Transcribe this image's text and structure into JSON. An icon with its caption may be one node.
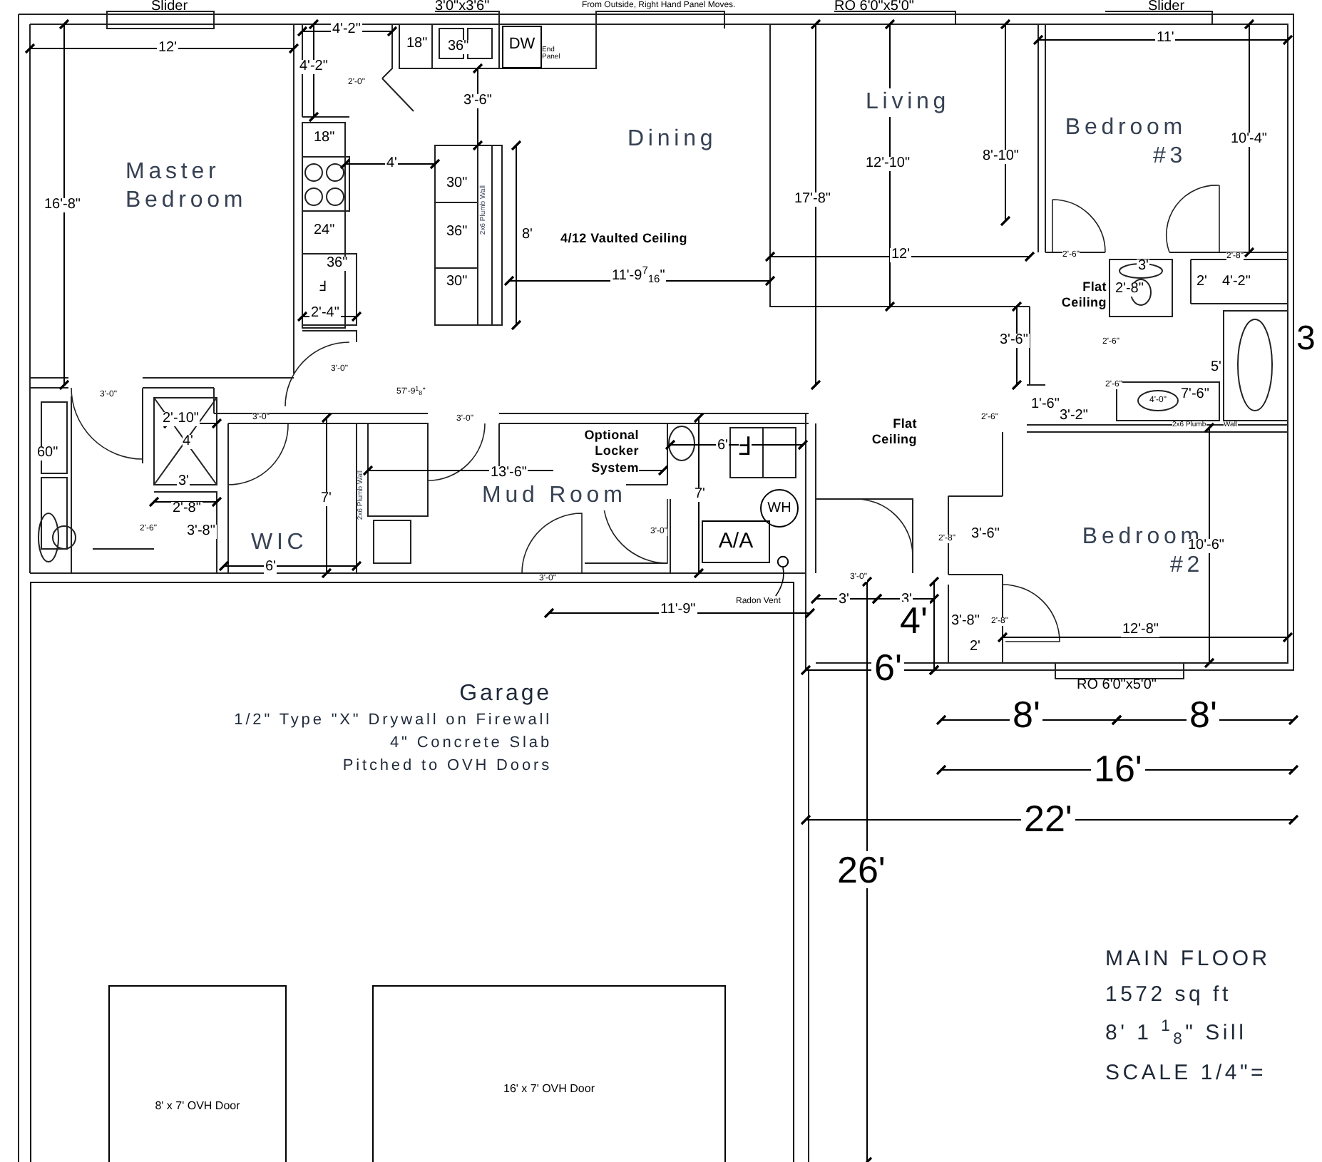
{
  "diagram": {
    "nodes": [
      {
        "text": [
          "Garage",
          "1/2\" Type \"X\" Drywall on Firewall",
          "4\" Concrete Slab",
          "Pitched to OVH Doors"
        ]
      },
      {
        "text": [
          "8' x 7' OVH Door"
        ],
        "in": 0
      },
      {
        "text": [
          "16' x 7' OVH Door"
        ],
        "in": 0
      },
      {
        "text": [
          "DW"
        ],
        "beside": [
          "End Panel"
        ]
      },
      {
        "text": [
          "WH"
        ]
      },
      {
        "text": [
          "A/A"
        ]
      },
      {
        "text": [
          "Radon Vent"
        ],
        "in": 0
      },
      {
        "text": [],
        "shape": "circle"
      }
    ],
    "edges": [
      {
        "from": 6,
        "to": 7,
        "arrow": "none"
      }
    ],
    "labels": [
      "Slider",
      "3'0\"x3'6\"",
      "From Outside, Right Hand Panel Moves.",
      "RO 6'0\"x5'0\"",
      "Slider",
      "12'",
      "16'-8\"",
      "Master Bedroom",
      "4'-2\"",
      "4'-2\"",
      "2'-0\"",
      "18\"",
      "36\"",
      "3'-6\"",
      "18\"",
      "4'",
      "24\"",
      "36\"",
      "Ⅎ",
      "2'-4\"",
      "30\"",
      "36\"",
      "30\"",
      "2x6 Plumb Wall",
      "8'",
      "Dining",
      "4/12 Vaulted Ceiling",
      "11'-9$^{7}$$_{16}$\"",
      "Living",
      "8'-10\"",
      "12'-10\"",
      "17'-8\"",
      "12'",
      "3'-6\"",
      "Bedroom #3",
      "11'",
      "10'-4\"",
      "2'-6\"",
      "2'-8\"",
      "3'",
      "Flat Ceiling",
      "2'-8\"",
      "2'",
      "4'-2\"",
      "5'",
      "2'-6\"",
      "2'-6\"",
      "4'-0\"",
      "7'-6\"",
      "1'-6\"",
      "3'-2\"",
      "2x6 Plumb",
      "Wall",
      "3",
      "3'-0\"",
      "3'-0\"",
      "57'-9$^{1}$$_{8}$\"",
      "60\"",
      "2'-10\"",
      "4'",
      "3'",
      "2'-8\"",
      "3'-8\"",
      "2'-6\"",
      "3'-0\"",
      "WIC",
      "6'",
      "7'",
      "2x6 Plumb Wall",
      "3'-0\"",
      "Optional Locker System",
      "13'-6\"",
      "Mud Room",
      "6'",
      "Ⅎ",
      "7'",
      "3'-0\"",
      "3'-0\"",
      "11'-9\"",
      "Flat Ceiling",
      "2'-6\"",
      "2'-8\"",
      "3'-6\"",
      "3'-0\"",
      "3'",
      "3'",
      "4'",
      "3'-8\"",
      "2'-8\"",
      "2'",
      "6'",
      "Bedroom #2",
      "10'-6\"",
      "12'-8\"",
      "RO 6'0\"x5'0\"",
      "8'",
      "8'",
      "16'",
      "22'",
      "26'",
      "MAIN FLOOR",
      "1572 sq ft",
      "8' 1 $^{1}$$_{8}$\" Sill",
      "SCALE 1/4\"="
    ]
  }
}
